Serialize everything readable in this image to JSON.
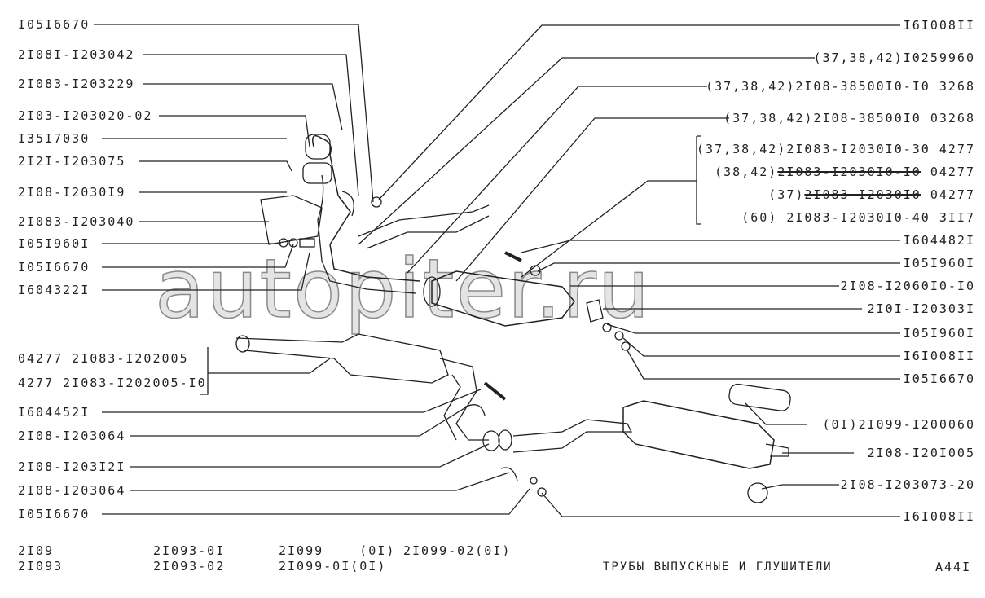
{
  "left_labels": [
    "I05I6670",
    "2I08I-I203042",
    "2I083-I203229",
    "2I03-I203020-02",
    "I35I7030",
    "2I2I-I203075",
    "2I08-I2030I9",
    "2I083-I203040",
    "I05I960I",
    "I05I6670",
    "I604322I",
    "04277 2I083-I202005",
    "4277 2I083-I202005-I0",
    "I604452I",
    "2I08-I203064",
    "2I08-I203I2I",
    "2I08-I203064",
    "I05I6670"
  ],
  "right_labels": {
    "r0": "I6I008II",
    "r1": "(37,38,42)I0259960",
    "r2": "(37,38,42)2I08-38500I0-I0 3268",
    "r3": "(37,38,42)2I08-38500I0 03268",
    "r4": "(37,38,42)2I083-I2030I0-30 4277",
    "r5a": "(38,42)",
    "r5b": "2I083-I2030I0-I0",
    "r5c": " 04277",
    "r6a": "(37)",
    "r6b": "2I083-I2030I0",
    "r6c": " 04277",
    "r7": "(60) 2I083-I2030I0-40 3II7",
    "r8": "I604482I",
    "r9": "I05I960I",
    "r10": "2I08-I2060I0-I0",
    "r11": "2I0I-I20303I",
    "r12": "I05I960I",
    "r13": "I6I008II",
    "r14": "I05I6670",
    "r15": "(0I)2I099-I200060",
    "r16": "2I08-I20I005",
    "r17": "2I08-I203073-20",
    "r18": "I6I008II"
  },
  "models": [
    "2I09",
    "2I093",
    "2I093-0I",
    "2I093-02",
    "2I099    (0I)",
    "2I099-0I(0I)",
    "2I099-02(0I)"
  ],
  "title": "ТРУБЫ ВЫПУСКНЫЕ И ГЛУШИТЕЛИ",
  "page_code": "A44I",
  "watermark": "autopiter.ru"
}
